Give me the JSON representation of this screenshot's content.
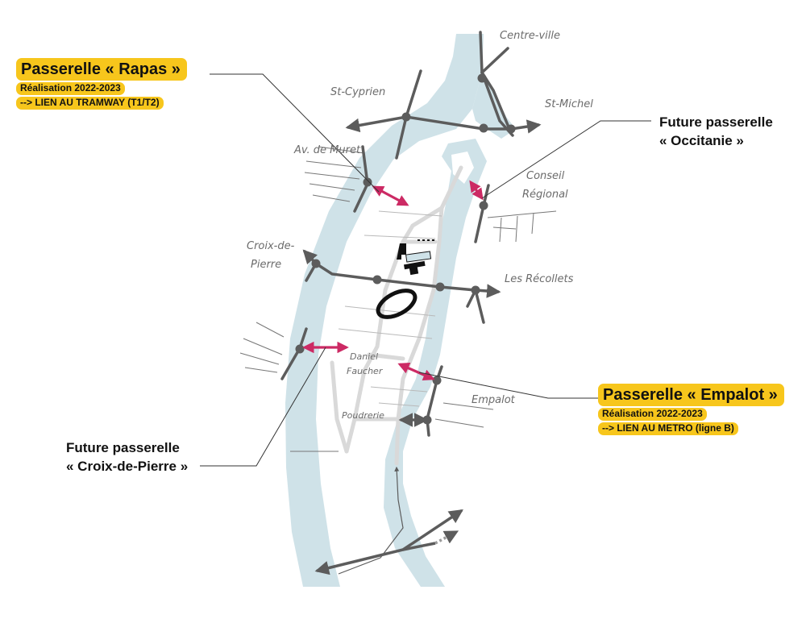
{
  "callouts": {
    "rapas": {
      "title": "Passerelle « Rapas »",
      "line1": "Réalisation 2022-2023",
      "line2": "--> LIEN AU TRAMWAY (T1/T2)"
    },
    "empalot": {
      "title": "Passerelle « Empalot »",
      "line1": "Réalisation 2022-2023",
      "line2": "--> LIEN AU METRO (ligne B)"
    },
    "occitanie": {
      "line1": "Future passerelle",
      "line2": "« Occitanie »"
    },
    "croix": {
      "line1": "Future passerelle",
      "line2": "« Croix-de-Pierre »"
    }
  },
  "places": {
    "centre_ville": "Centre-ville",
    "st_cyprien": "St-Cyprien",
    "st_michel": "St-Michel",
    "av_muret": "Av. de Muret",
    "conseil_line1": "Conseil",
    "conseil_line2": "Régional",
    "croix_line1": "Croix-de-",
    "croix_line2": "Pierre",
    "recollets": "Les Récollets",
    "daniel_line1": "Daniel",
    "daniel_line2": "Faucher",
    "empalot": "Empalot",
    "poudrerie": "Poudrerie"
  },
  "colors": {
    "river": "#cfe2e8",
    "road": "#5c5c5c",
    "footbridge": "#cc2a64",
    "highlight": "#f7c61c",
    "paths": "#d9d9d9"
  }
}
